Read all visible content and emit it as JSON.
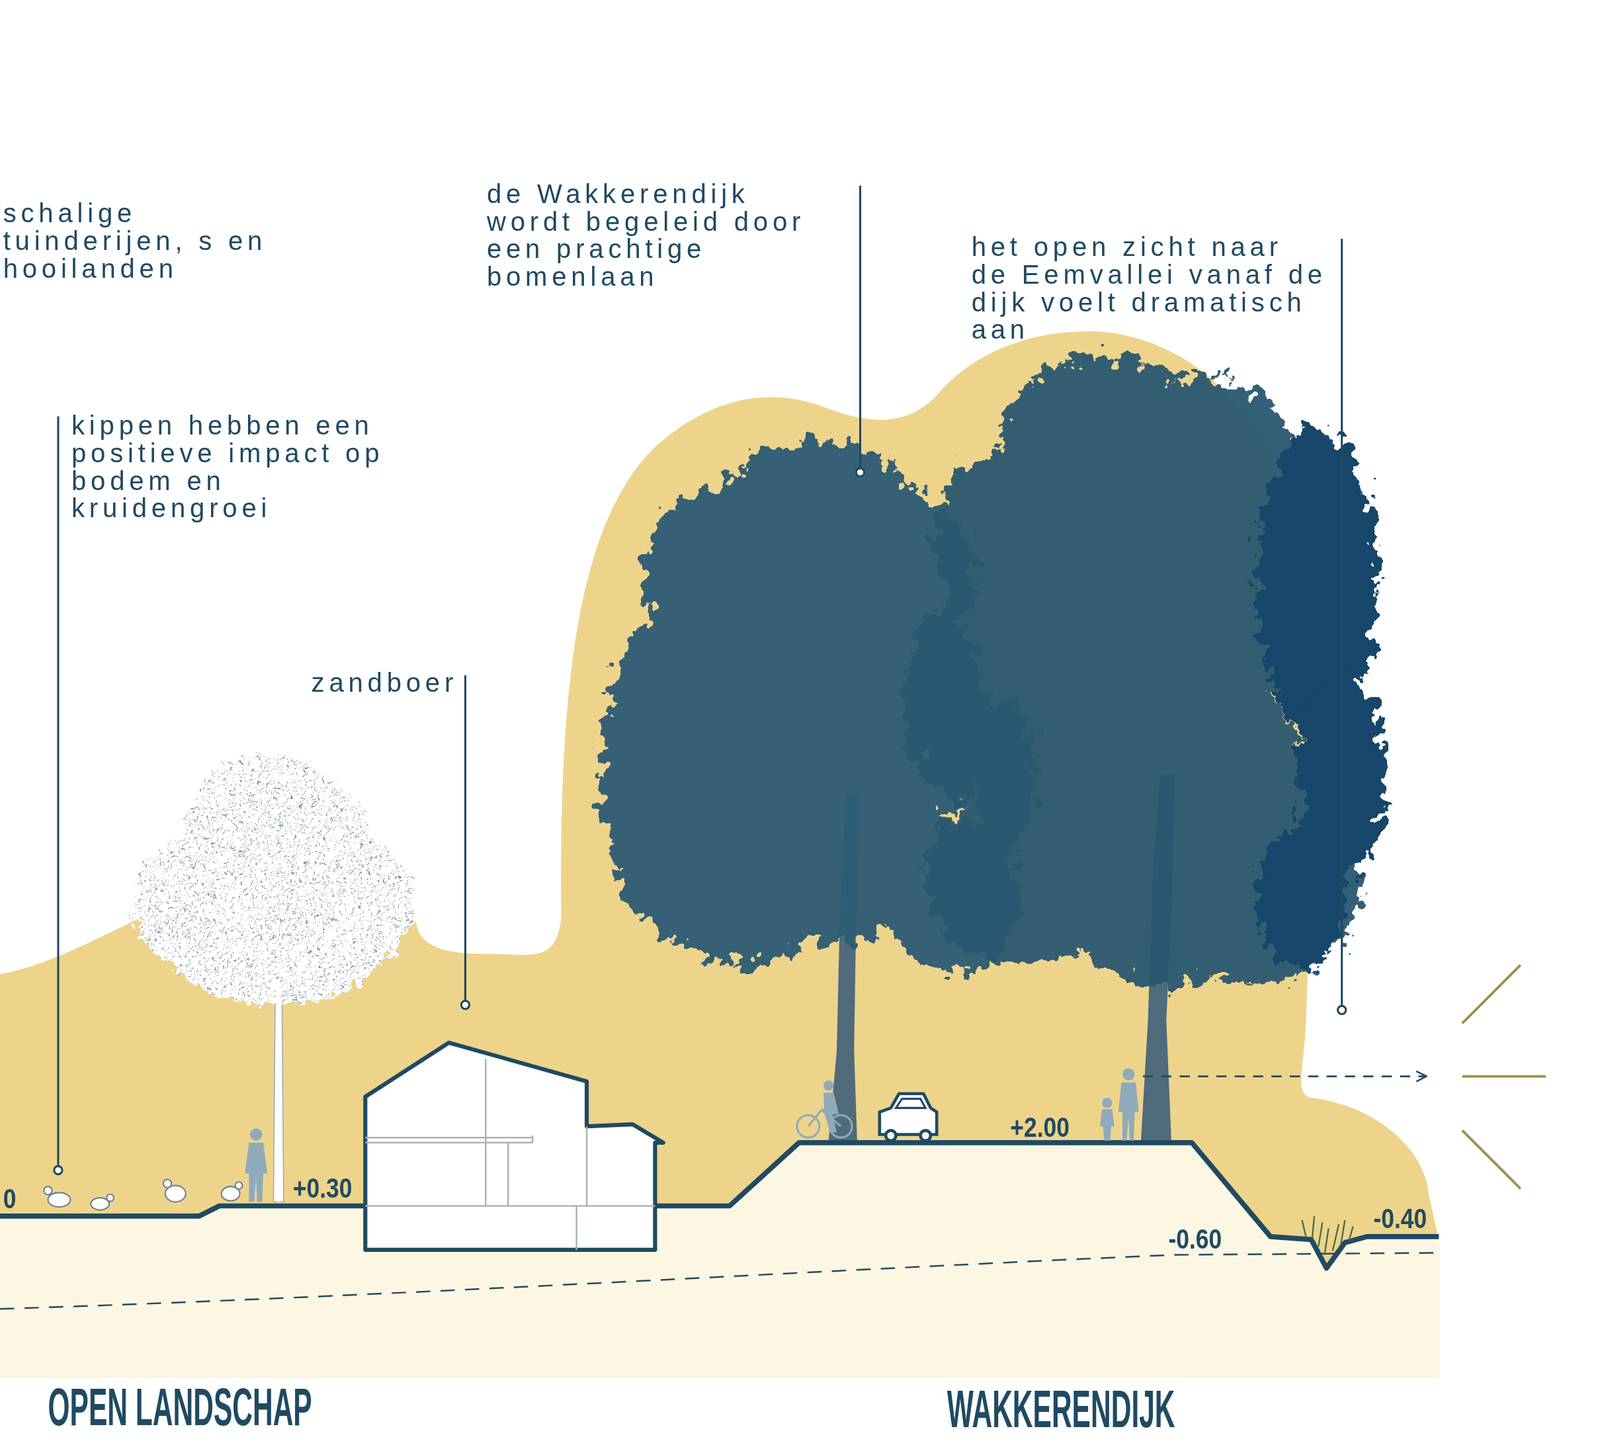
{
  "diagram": {
    "labels": [
      "schalige tuinderijen, s en hooilanden",
      "de Wakkerendijk wordt begeleid door een prachtige bomenlaan",
      "het open zicht naar de Eemvallei vanaf de dijk voelt dramatisch aan",
      "kippen hebben een positieve impact op bodem en kruidengroei",
      "zandboer",
      "+2.00",
      "0",
      "+0.30",
      "-0.60",
      "-0.40",
      "OPEN LANDSCHAP",
      "WAKKERENDIJK"
    ]
  }
}
